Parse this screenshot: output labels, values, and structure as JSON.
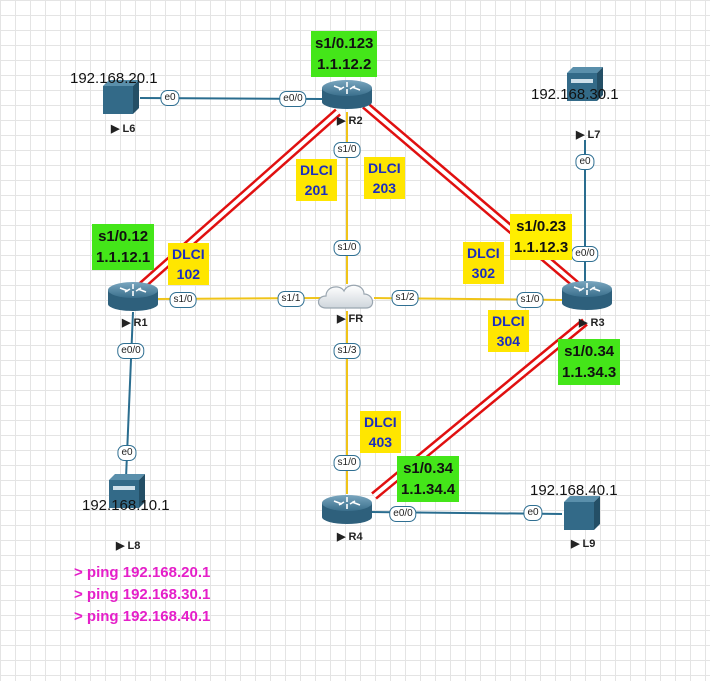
{
  "colors": {
    "ethernet": "#2a6d8f",
    "serial": "#f0c419",
    "tunnel": "#e01010",
    "green_box": "#44e619",
    "yellow_box": "#ffee00",
    "dlci_text": "#1b2dbf",
    "command": "#e51fc9"
  },
  "nodes": {
    "R1": {
      "name": "R1",
      "icon": "router-icon"
    },
    "R2": {
      "name": "R2",
      "icon": "router-icon"
    },
    "R3": {
      "name": "R3",
      "icon": "router-icon"
    },
    "R4": {
      "name": "R4",
      "icon": "router-icon"
    },
    "FR": {
      "name": "FR",
      "icon": "cloud-icon"
    },
    "L6": {
      "name": "L6",
      "icon": "server-icon",
      "ip": "192.168.20.1"
    },
    "L7": {
      "name": "L7",
      "icon": "server-icon",
      "ip": "192.168.30.1"
    },
    "L8": {
      "name": "L8",
      "icon": "server-icon",
      "ip": "192.168.10.1"
    },
    "L9": {
      "name": "L9",
      "icon": "server-icon",
      "ip": "192.168.40.1"
    }
  },
  "interfaces": {
    "l6_e0": "e0",
    "r2_e00": "e0/0",
    "r2_s10": "s1/0",
    "fr_s10": "s1/0",
    "r1_s10": "s1/0",
    "fr_s11": "s1/1",
    "fr_s12": "s1/2",
    "r3_s10": "s1/0",
    "fr_s13": "s1/3",
    "r4_s10": "s1/0",
    "r1_e00": "e0/0",
    "l8_e0": "e0",
    "l7_e0": "e0",
    "r3_e00": "e0/0",
    "r4_e00": "e0/0",
    "l9_e0": "e0"
  },
  "labels": {
    "r2_sub": {
      "iface": "s1/0.123",
      "ip": "1.1.12.2"
    },
    "r1_sub": {
      "iface": "s1/0.12",
      "ip": "1.1.12.1"
    },
    "r3_sub_a": {
      "iface": "s1/0.23",
      "ip": "1.1.12.3"
    },
    "r3_sub_b": {
      "iface": "s1/0.34",
      "ip": "1.1.34.3"
    },
    "r4_sub": {
      "iface": "s1/0.34",
      "ip": "1.1.34.4"
    }
  },
  "dlci": {
    "d201": {
      "word": "DLCI",
      "num": "201"
    },
    "d203": {
      "word": "DLCI",
      "num": "203"
    },
    "d102": {
      "word": "DLCI",
      "num": "102"
    },
    "d302": {
      "word": "DLCI",
      "num": "302"
    },
    "d304": {
      "word": "DLCI",
      "num": "304"
    },
    "d403": {
      "word": "DLCI",
      "num": "403"
    }
  },
  "commands": [
    "> ping 192.168.20.1",
    "> ping 192.168.30.1",
    "> ping 192.168.40.1"
  ]
}
